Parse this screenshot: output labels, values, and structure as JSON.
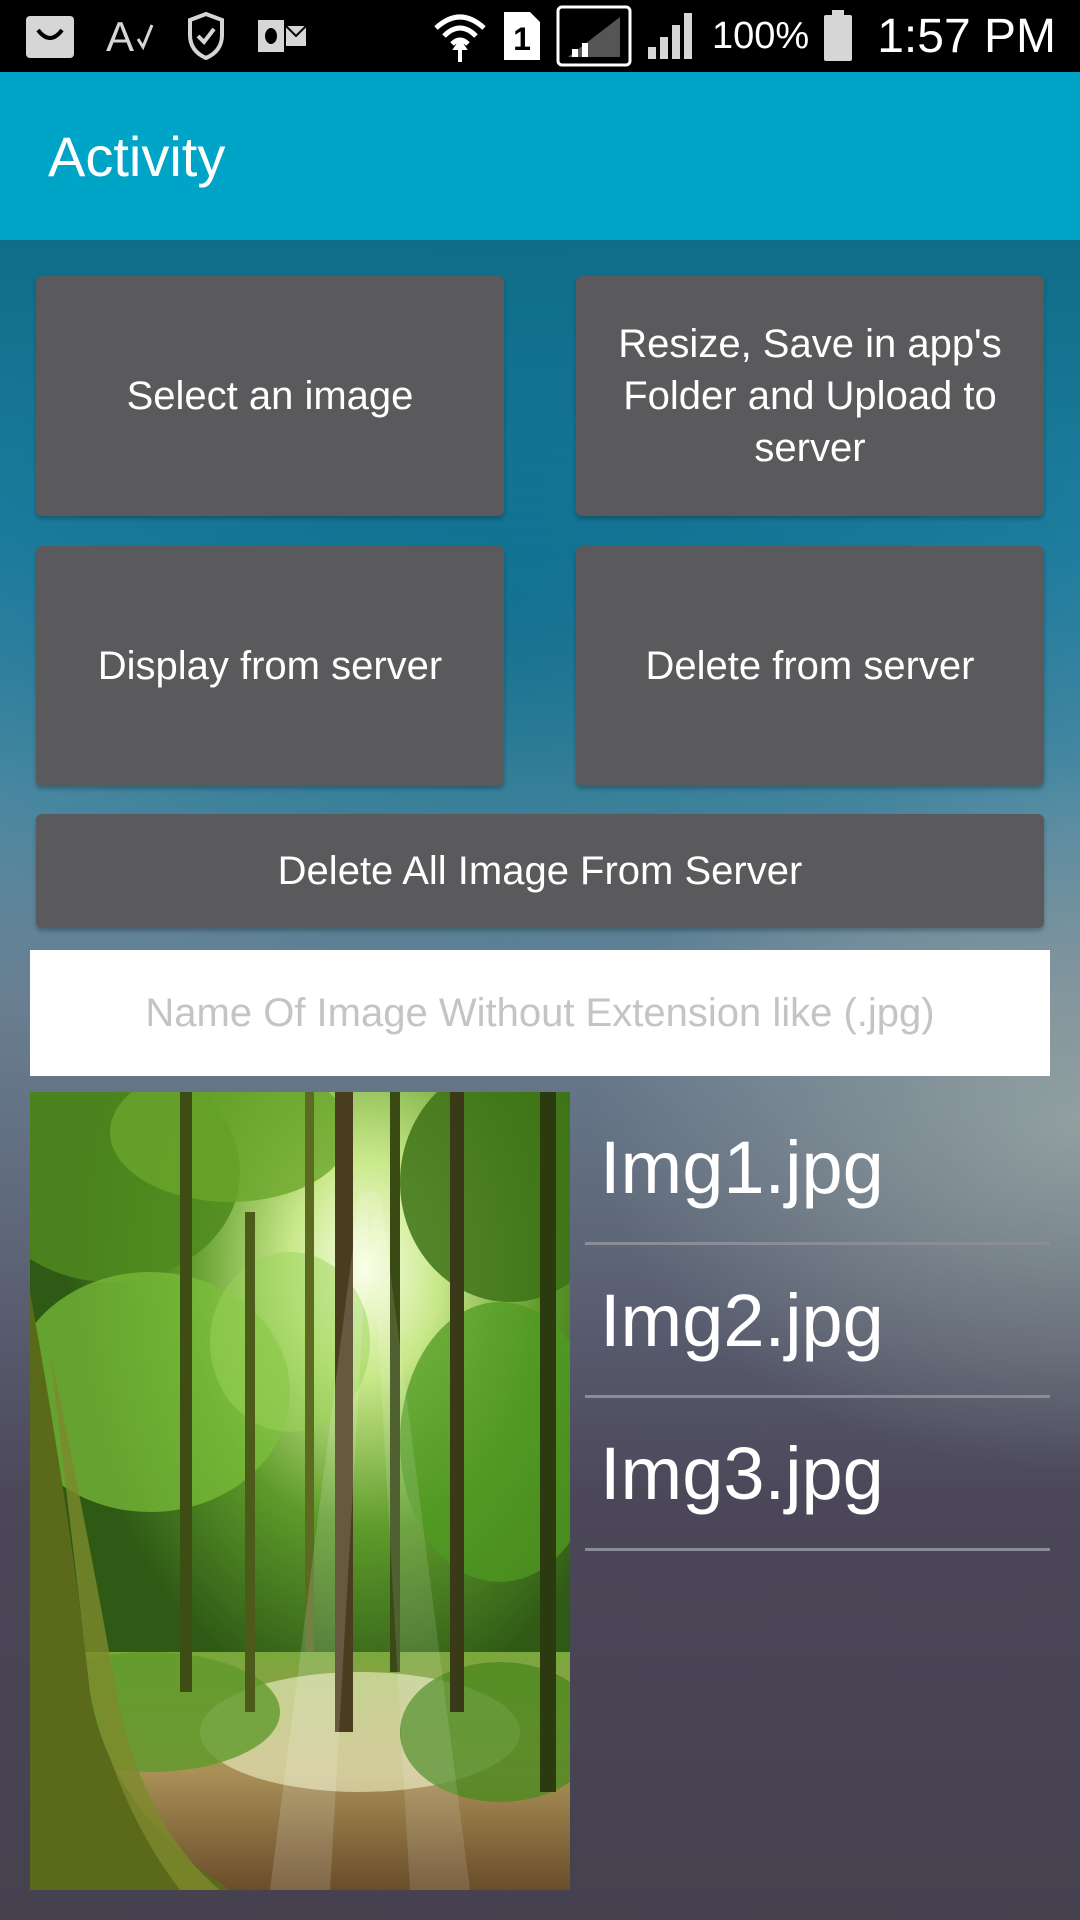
{
  "status_bar": {
    "battery_percent": "100%",
    "time": "1:57 PM",
    "sim_slot": "1",
    "icons": [
      "bag-icon",
      "spellcheck-icon",
      "shield-check-icon",
      "outlook-icon",
      "wifi-icon",
      "sim-one-icon",
      "signal-icon",
      "signal-icon",
      "battery-icon"
    ]
  },
  "app_bar": {
    "title": "Activity"
  },
  "buttons": {
    "select_image": "Select an image",
    "resize_save_upload": "Resize, Save in app's Folder and Upload to server",
    "display_from_server": "Display from server",
    "delete_from_server": "Delete from server",
    "delete_all": "Delete All Image From Server"
  },
  "name_input": {
    "placeholder": "Name Of Image Without Extension like (.jpg)",
    "value": ""
  },
  "file_list": [
    {
      "name": "Img1.jpg"
    },
    {
      "name": "Img2.jpg"
    },
    {
      "name": "Img3.jpg"
    }
  ],
  "colors": {
    "app_bar": "#00a4c7",
    "button": "#5a5a5c",
    "status_bar": "#000000"
  }
}
